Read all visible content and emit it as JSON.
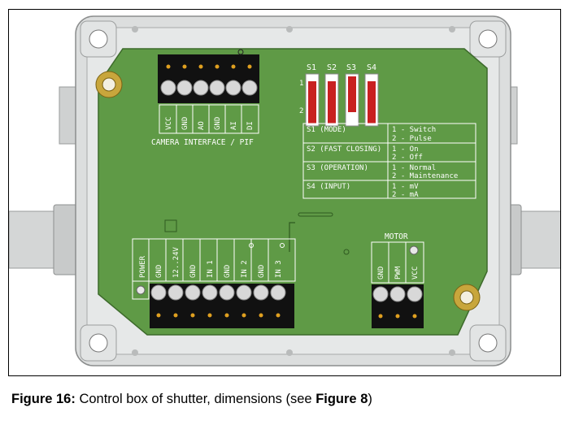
{
  "caption": {
    "label": "Figure 16:",
    "text": " Control box of shutter, dimensions (see ",
    "ref": "Figure 8",
    "end": ")"
  },
  "camera_interface": {
    "pins": [
      "VCC",
      "GND",
      "AO",
      "GND",
      "AI",
      "DI"
    ],
    "title": "CAMERA INTERFACE / PIF"
  },
  "dip_switch": {
    "switches": [
      {
        "label": "S1",
        "position": 1
      },
      {
        "label": "S2",
        "position": 1
      },
      {
        "label": "S3",
        "position": 2
      },
      {
        "label": "S4",
        "position": 1
      }
    ],
    "row_labels": [
      "1",
      "2"
    ]
  },
  "settings_table": [
    {
      "name": "S1 (MODE)",
      "opt1": "1 - Switch",
      "opt2": "2 - Pulse"
    },
    {
      "name": "S2 (FAST CLOSING)",
      "opt1": "1 - On",
      "opt2": "2 - Off"
    },
    {
      "name": "S3 (OPERATION)",
      "opt1": "1 - Normal",
      "opt2": "2 - Maintenance"
    },
    {
      "name": "S4 (INPUT)",
      "opt1": "1 - mV",
      "opt2": "2 - mA"
    }
  ],
  "power_connector": {
    "title": "POWER",
    "pins": [
      "GND",
      "12..24V",
      "GND",
      "IN 1",
      "GND",
      "IN 2",
      "GND",
      "IN 3"
    ]
  },
  "motor_connector": {
    "title": "MOTOR",
    "pins": [
      "GND",
      "PWM",
      "VCC"
    ]
  },
  "colors": {
    "board": "#5f9a46",
    "enclosure": "#d9dbdb",
    "switch_red": "#c82020",
    "terminal": "#111111"
  }
}
